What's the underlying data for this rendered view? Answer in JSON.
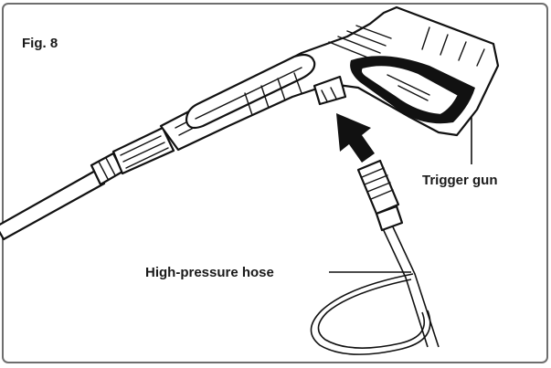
{
  "figure": {
    "title": "Fig. 8",
    "labels": {
      "trigger_gun": "Trigger gun",
      "hose": "High-pressure hose"
    }
  }
}
